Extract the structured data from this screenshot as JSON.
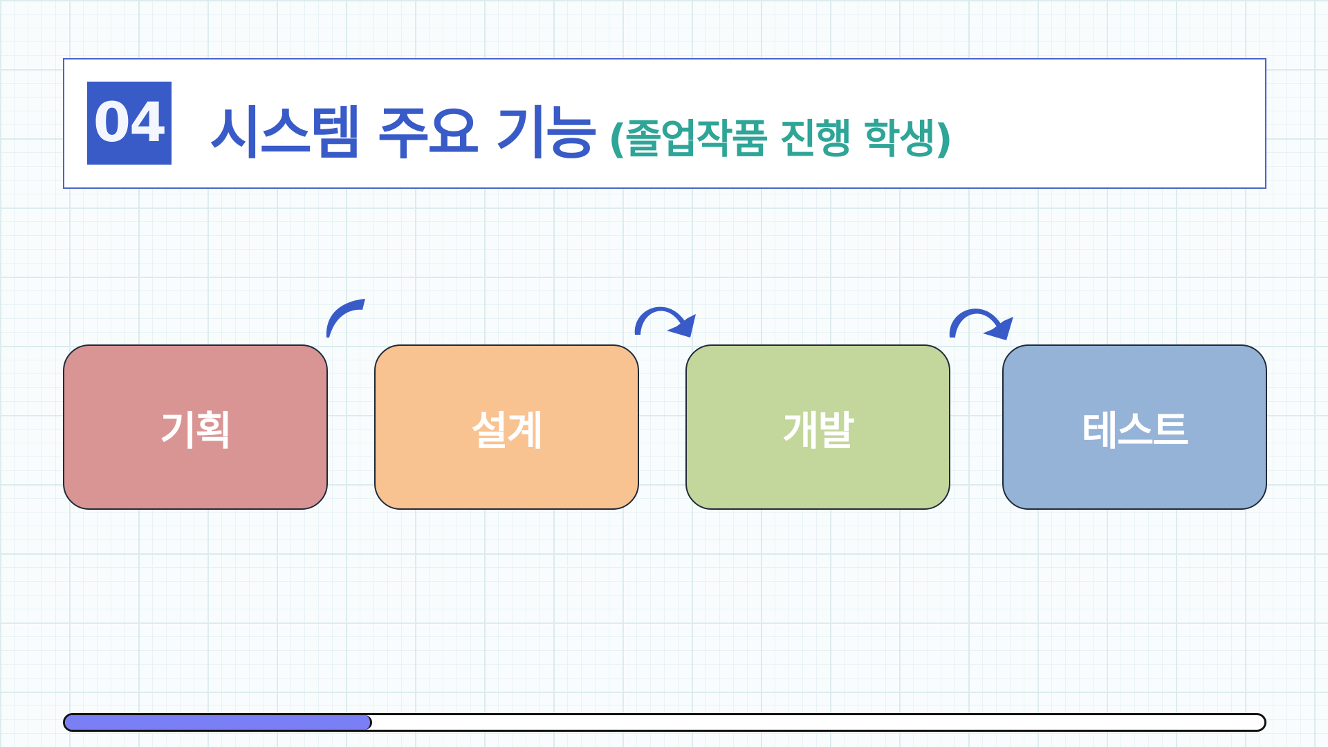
{
  "header": {
    "number": "04",
    "title": "시스템 주요 기능",
    "subtitle": "(졸업작품 진행 학생)"
  },
  "steps": [
    {
      "label": "기획",
      "color": "#d99594"
    },
    {
      "label": "설계",
      "color": "#f8c291"
    },
    {
      "label": "개발",
      "color": "#c3d69b"
    },
    {
      "label": "테스트",
      "color": "#95b3d7"
    }
  ],
  "progress": {
    "fraction": 0.256,
    "color": "#7b7ff5"
  },
  "colors": {
    "accent": "#385bc8",
    "subtitle": "#2ea597"
  }
}
